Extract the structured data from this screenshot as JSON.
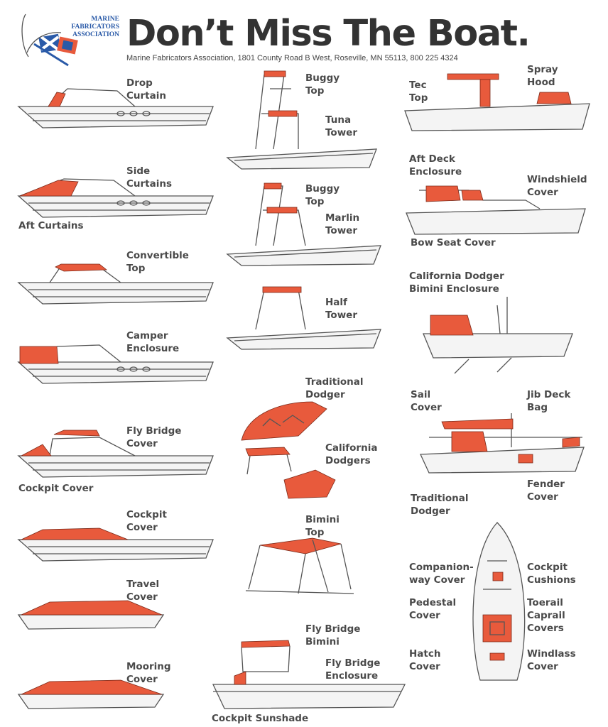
{
  "header": {
    "logo_lines": [
      "MARINE",
      "FABRICATORS",
      "ASSOCIATION"
    ],
    "title": "Don’t Miss The Boat.",
    "address": "Marine Fabricators Association, 1801 County Road B West, Roseville, MN 55113, 800 225 4324"
  },
  "labels": {
    "drop_curtain": [
      "Drop",
      "Curtain"
    ],
    "side_curtains": [
      "Side",
      "Curtains"
    ],
    "aft_curtains": [
      "Aft Curtains"
    ],
    "convertible_top": [
      "Convertible",
      "Top"
    ],
    "camper_enclosure": [
      "Camper",
      "Enclosure"
    ],
    "fly_bridge_cover": [
      "Fly Bridge",
      "Cover"
    ],
    "cockpit_cover_1": [
      "Cockpit Cover"
    ],
    "cockpit_cover_2": [
      "Cockpit",
      "Cover"
    ],
    "travel_cover": [
      "Travel",
      "Cover"
    ],
    "mooring_cover": [
      "Mooring",
      "Cover"
    ],
    "buggy_top_1": [
      "Buggy",
      "Top"
    ],
    "tuna_tower": [
      "Tuna",
      "Tower"
    ],
    "buggy_top_2": [
      "Buggy",
      "Top"
    ],
    "marlin_tower": [
      "Marlin",
      "Tower"
    ],
    "half_tower": [
      "Half",
      "Tower"
    ],
    "traditional_dodger_1": [
      "Traditional",
      "Dodger"
    ],
    "california_dodgers": [
      "California",
      "Dodgers"
    ],
    "bimini_top": [
      "Bimini",
      "Top"
    ],
    "fly_bridge_bimini": [
      "Fly Bridge",
      "Bimini"
    ],
    "fly_bridge_enclosure": [
      "Fly Bridge",
      "Enclosure"
    ],
    "cockpit_sunshade": [
      "Cockpit Sunshade"
    ],
    "tec_top": [
      "Tec",
      "Top"
    ],
    "spray_hood": [
      "Spray",
      "Hood"
    ],
    "aft_deck_enclosure": [
      "Aft Deck",
      "Enclosure"
    ],
    "windshield_cover": [
      "Windshield",
      "Cover"
    ],
    "bow_seat_cover": [
      "Bow Seat Cover"
    ],
    "california_dodger_bimini": [
      "California Dodger",
      "Bimini Enclosure"
    ],
    "sail_cover": [
      "Sail",
      "Cover"
    ],
    "jib_deck_bag": [
      "Jib Deck",
      "Bag"
    ],
    "traditional_dodger_2": [
      "Traditional",
      "Dodger"
    ],
    "fender_cover": [
      "Fender",
      "Cover"
    ],
    "companionway_cover": [
      "Companion-",
      "way Cover"
    ],
    "cockpit_cushions": [
      "Cockpit",
      "Cushions"
    ],
    "pedestal_cover": [
      "Pedestal",
      "Cover"
    ],
    "toerail_caprail_covers": [
      "Toerail",
      "Caprail",
      "Covers"
    ],
    "hatch_cover": [
      "Hatch",
      "Cover"
    ],
    "windlass_cover": [
      "Windlass",
      "Cover"
    ]
  },
  "colors": {
    "canvas_accent": "#e85a3c",
    "logo_blue": "#2a5aa8",
    "text": "#4a4a4a"
  }
}
